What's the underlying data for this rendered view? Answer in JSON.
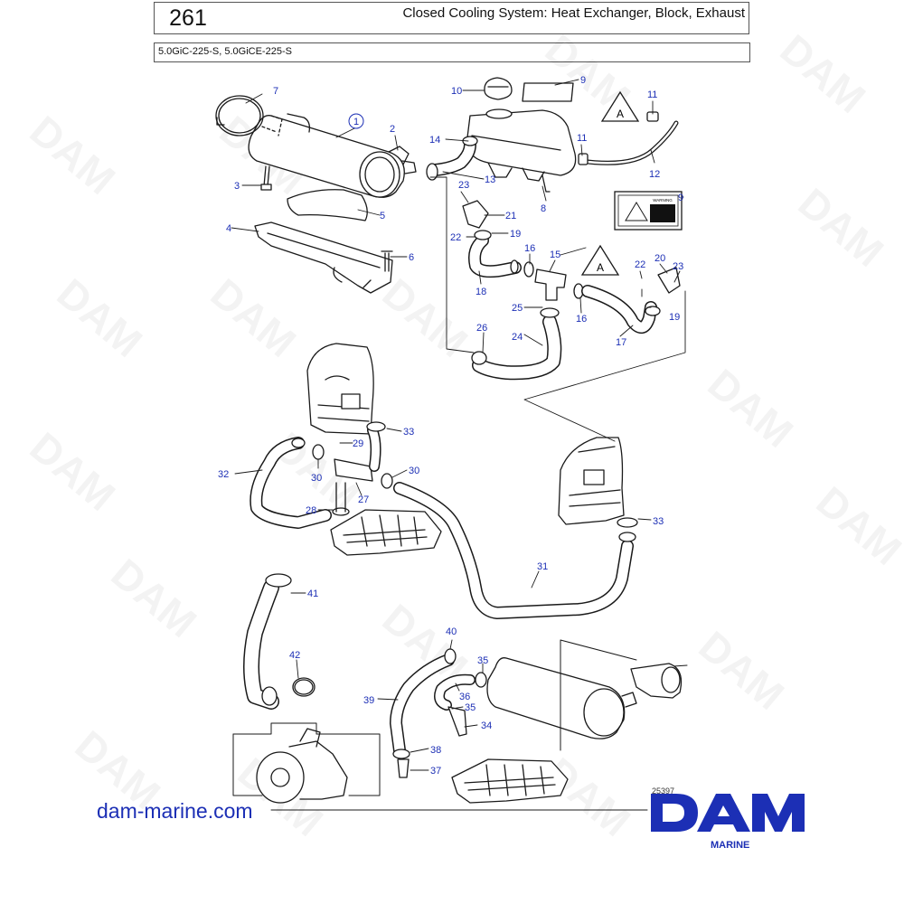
{
  "header": {
    "page_number": "261",
    "title": "Closed Cooling System: Heat Exchanger, Block, Exhaust",
    "models": "5.0GiC-225-S, 5.0GiCE-225-S"
  },
  "watermark": "DAM",
  "callouts": {
    "c1": "1",
    "c2": "2",
    "c3": "3",
    "c4": "4",
    "c5": "5",
    "c6": "6",
    "c7": "7",
    "c8": "8",
    "c9a": "9",
    "c9b": "9",
    "c10": "10",
    "c11a": "11",
    "c11b": "11",
    "c12": "12",
    "c13": "13",
    "c14": "14",
    "c15": "15",
    "c16a": "16",
    "c16b": "16",
    "c17": "17",
    "c18": "18",
    "c19a": "19",
    "c19b": "19",
    "c20": "20",
    "c21": "21",
    "c22a": "22",
    "c22b": "22",
    "c23a": "23",
    "c23b": "23",
    "c24": "24",
    "c25": "25",
    "c26": "26",
    "c27": "27",
    "c28": "28",
    "c29": "29",
    "c30a": "30",
    "c30b": "30",
    "c31": "31",
    "c32": "32",
    "c33a": "33",
    "c33b": "33",
    "c34": "34",
    "c35a": "35",
    "c35b": "35",
    "c36": "36",
    "c37": "37",
    "c38": "38",
    "c39": "39",
    "c40": "40",
    "c41": "41",
    "c42": "42"
  },
  "marker_a": "A",
  "warning_label": "WARNING",
  "drawing_id": "25397",
  "website": "dam-marine.com",
  "brand": {
    "name": "DAM",
    "sub": "MARINE"
  },
  "colors": {
    "callout": "#1c2fb5",
    "brand": "#1c2fb5",
    "line": "#1a1a1a"
  }
}
